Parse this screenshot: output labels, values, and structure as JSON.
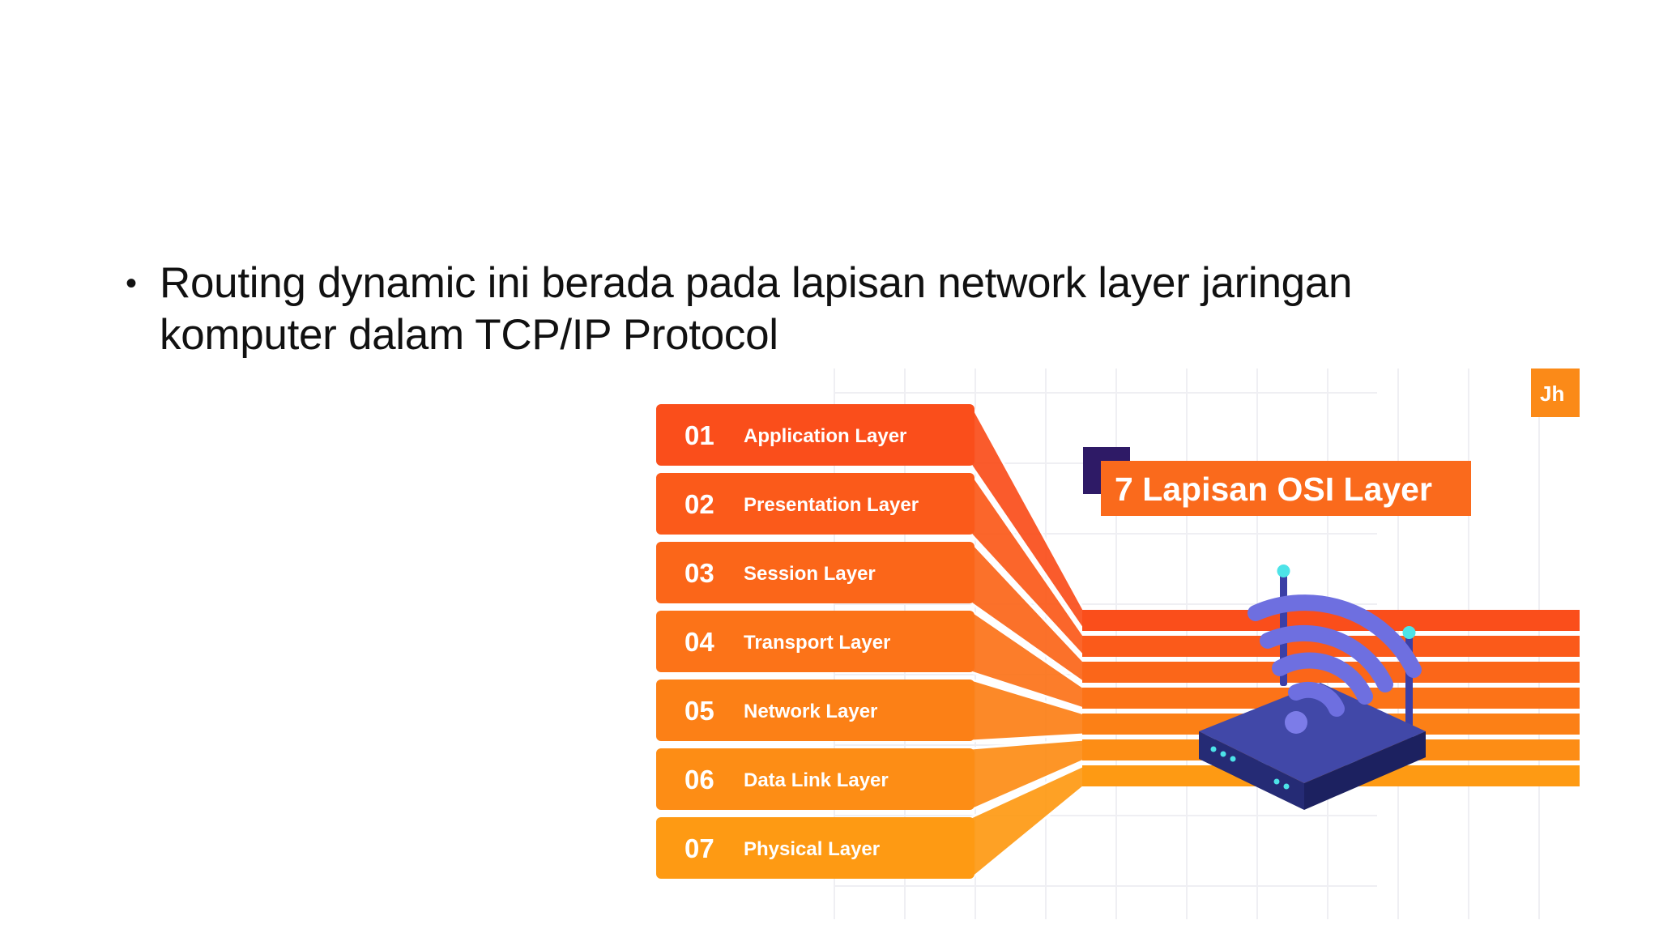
{
  "bullet": {
    "lines": [
      "Routing dynamic ini berada pada lapisan network layer jaringan",
      "komputer dalam  TCP/IP Protocol"
    ]
  },
  "figure": {
    "title": "7 Lapisan OSI Layer",
    "logo_icon": "jh-logo-icon",
    "router_icon": "wifi-router-icon",
    "layers": [
      {
        "num": "01",
        "label": "Application Layer",
        "color": "#FA4E1B"
      },
      {
        "num": "02",
        "label": "Presentation Layer",
        "color": "#FB5A1A"
      },
      {
        "num": "03",
        "label": "Session Layer",
        "color": "#FB6619"
      },
      {
        "num": "04",
        "label": "Transport Layer",
        "color": "#FC7318"
      },
      {
        "num": "05",
        "label": "Network Layer",
        "color": "#FC8016"
      },
      {
        "num": "06",
        "label": "Data Link Layer",
        "color": "#FD8D15"
      },
      {
        "num": "07",
        "label": "Physical Layer",
        "color": "#FE9A13"
      }
    ],
    "colors": {
      "title_bg": "#FA6A1C",
      "title_accent": "#2E1A66",
      "logo_bg": "#FB8A18",
      "router_body": "#252B75",
      "router_top": "#4148A8",
      "wave": "#6E6FE0",
      "antenna_tip": "#4DE3E8"
    }
  }
}
